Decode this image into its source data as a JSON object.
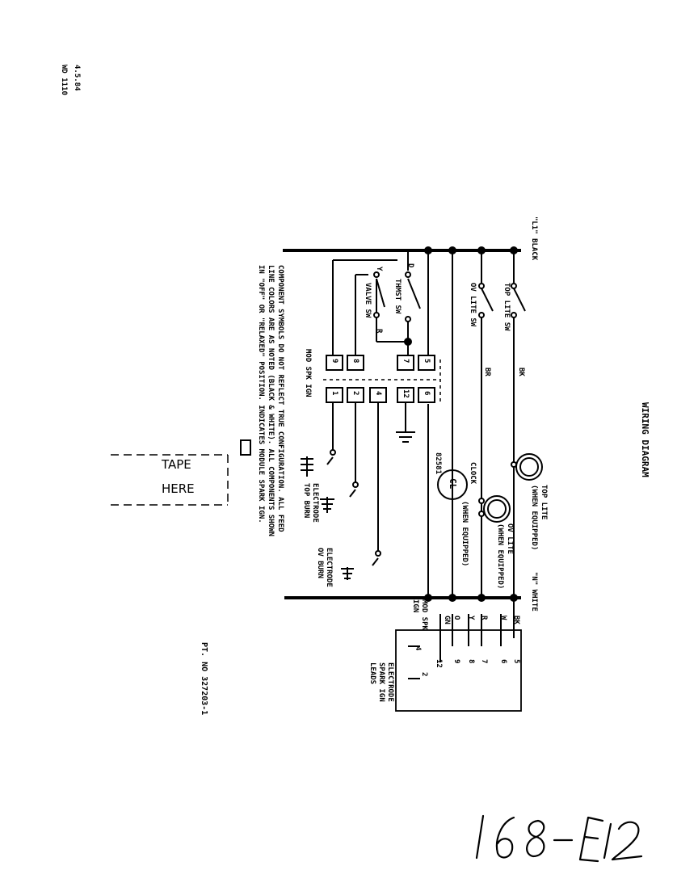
{
  "header": {
    "date": "4.5.84",
    "code": "WD 1110",
    "title": "WIRING DIAGRAM"
  },
  "lines": {
    "l1": "\"L1\" BLACK",
    "n": "\"N\" WHITE"
  },
  "switches": {
    "top_lite_sw": "TOP LITE SW",
    "ov_lite_sw": "OV LITE SW",
    "thmst_sw": "THMST SW",
    "valve_sw": "VALVE SW",
    "wire_d": "D",
    "wire_y": "Y",
    "wire_r": "R"
  },
  "wires": {
    "bk": "BK",
    "br": "BR"
  },
  "lamps": {
    "top_lite": "TOP LITE",
    "top_lite_note": "(WHEN EQUIPPED)",
    "ov_lite": "OV LITE",
    "ov_lite_note": "(WHEN EQUIPPED)",
    "clock": "CLOCK",
    "clock_note": "(WHEN EQUIPPED)",
    "clock_model": "82581",
    "clock_symbol": "CL"
  },
  "module": {
    "label": "MOD SPK IGN",
    "left_pins": [
      "5",
      "7",
      "8",
      "9"
    ],
    "right_pins": [
      "6",
      "12",
      "4",
      "2",
      "1"
    ]
  },
  "electrodes": {
    "top_burn": "ELECTRODE TOP BURN",
    "ov_burn": "ELECTRODE OV BURN"
  },
  "notes": {
    "line1": "COMPONENT SYMBOLS DO NOT REFLECT TRUE CONFIGURATION.  ALL FEED",
    "line2": "LINE COLORS ARE AS NOTED (BLACK & WHITE).  ALL COMPONENTS SHOWN",
    "line3": "IN \"OFF\" OR \"RELAXED\" POSITION.       INDICATES MODULE SPARK IGN."
  },
  "tape": {
    "line1": "TAPE",
    "line2": "HERE"
  },
  "part_no": "PT. NO 327203-1",
  "connector": {
    "wire_colors": [
      "BK",
      "W",
      "R",
      "Y",
      "O",
      "GN"
    ],
    "pins_a": [
      "5",
      "6",
      "7",
      "8",
      "9",
      "12"
    ],
    "pins_b": [
      "2",
      "4"
    ],
    "side_label": "MOD SPK IGN",
    "leads_label": "ELECTRODE SPARK IGN LEADS"
  },
  "handwritten": "168-E12"
}
